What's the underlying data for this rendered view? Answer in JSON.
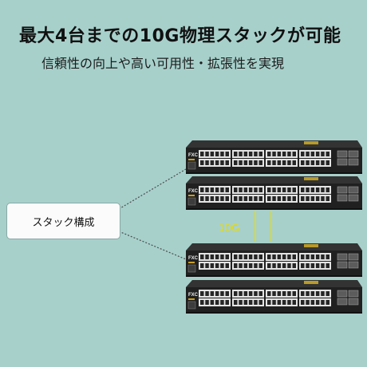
{
  "header": {
    "title": "最大4台までの10G物理スタックが可能",
    "subtitle": "信頼性の向上や高い可用性・拡張性を実現"
  },
  "diagram": {
    "stack_label": "スタック構成",
    "link_label": "10G",
    "switch_count": 4,
    "switch_brand": "FXC",
    "colors": {
      "background": "#a7d0cb",
      "switch_body": "#262626",
      "link": "#e2da1c",
      "connector": "#4d4d4d"
    }
  }
}
